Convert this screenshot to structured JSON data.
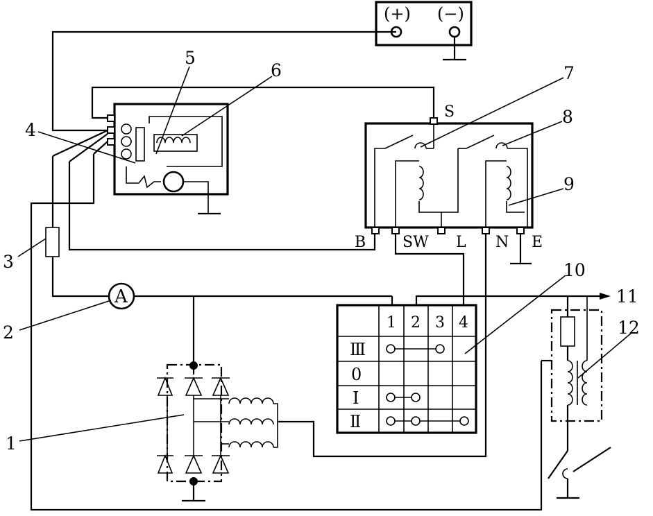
{
  "battery": {
    "plus": "(+)",
    "minus": "(−)"
  },
  "callouts": [
    "1",
    "2",
    "3",
    "4",
    "5",
    "6",
    "7",
    "8",
    "9",
    "10",
    "11",
    "12"
  ],
  "relay_pins": {
    "s": "S",
    "b": "B",
    "sw": "SW",
    "l": "L",
    "n": "N",
    "e": "E"
  },
  "ammeter": "A",
  "switch_table": {
    "columns": [
      "1",
      "2",
      "3",
      "4"
    ],
    "rows": [
      "Ⅲ",
      "0",
      "Ⅰ",
      "Ⅱ"
    ]
  }
}
